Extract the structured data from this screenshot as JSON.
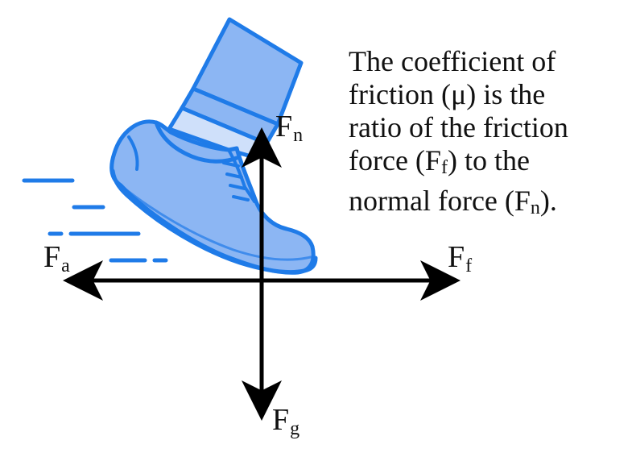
{
  "caption": {
    "line1": "The coefficient of",
    "line2": "friction (μ) is the",
    "line3": "ratio of the friction",
    "line4_pre": "force (F",
    "line4_sub": "f",
    "line4_post": ") to the",
    "line5_pre": "normal force (F",
    "line5_sub": "n",
    "line5_post": ")."
  },
  "forces": {
    "normal": {
      "symbol": "F",
      "sub": "n"
    },
    "applied": {
      "symbol": "F",
      "sub": "a"
    },
    "friction": {
      "symbol": "F",
      "sub": "f"
    },
    "gravity": {
      "symbol": "F",
      "sub": "g"
    }
  },
  "colors": {
    "shoe_fill": "#8cb6f3",
    "shoe_light": "#cfe0fa",
    "shoe_outline": "#1f7be8",
    "motion_lines": "#1f7be8",
    "arrows": "#000000"
  }
}
